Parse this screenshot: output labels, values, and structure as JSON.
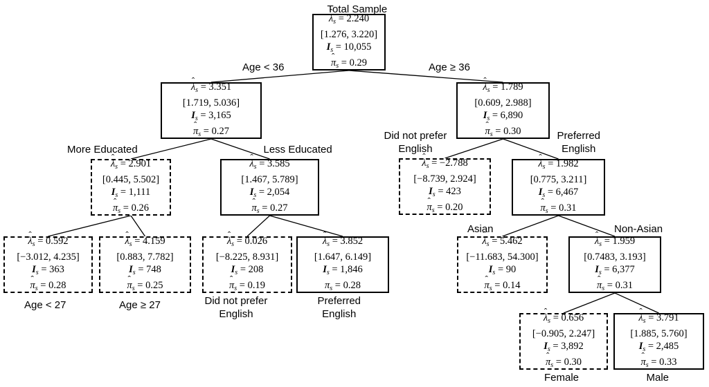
{
  "diagram": {
    "nodes": [
      {
        "id": "root",
        "style": "solid",
        "lambda": "2.240",
        "ci": "[1.276, 3.220]",
        "n": "10,055",
        "pi": "0.29",
        "pi_hat": true
      },
      {
        "id": "age_lt_36",
        "style": "solid",
        "lambda": "3.351",
        "ci": "[1.719, 5.036]",
        "n": "3,165",
        "pi": "0.27",
        "pi_hat": true
      },
      {
        "id": "age_ge_36",
        "style": "solid",
        "lambda": "1.789",
        "ci": "[0.609, 2.988]",
        "n": "6,890",
        "pi": "0.30",
        "pi_hat": true
      },
      {
        "id": "more_educated",
        "style": "dashed",
        "lambda": "2.901",
        "ci": "[0.445, 5.502]",
        "n": "1,111",
        "pi": "0.26",
        "pi_hat": true
      },
      {
        "id": "less_educated",
        "style": "solid",
        "lambda": "3.585",
        "ci": "[1.467, 5.789]",
        "n": "2,054",
        "pi": "0.27",
        "pi_hat": true
      },
      {
        "id": "no_english_36",
        "style": "dashed",
        "lambda": "−2.788",
        "ci": "[−8.739, 2.924]",
        "n": "423",
        "pi": "0.20",
        "pi_hat": true
      },
      {
        "id": "pref_english_36",
        "style": "solid",
        "lambda": "1.982",
        "ci": "[0.775, 3.211]",
        "n": "6,467",
        "pi": "0.31",
        "pi_hat": true
      },
      {
        "id": "age_lt_27",
        "style": "dashed",
        "lambda": "0.592",
        "ci": "[−3.012, 4.235]",
        "n": "363",
        "pi": "0.28",
        "pi_hat": true
      },
      {
        "id": "age_ge_27",
        "style": "dashed",
        "lambda": "4.159",
        "ci": "[0.883, 7.782]",
        "n": "748",
        "pi": "0.25",
        "pi_hat": true
      },
      {
        "id": "no_english_le",
        "style": "dashed",
        "lambda": "0.026",
        "ci": "[−8.225, 8.931]",
        "n": "208",
        "pi": "0.19",
        "pi_hat": true
      },
      {
        "id": "pref_english_le",
        "style": "solid",
        "lambda": "3.852",
        "ci": "[1.647, 6.149]",
        "n": "1,846",
        "pi": "0.28",
        "pi_hat": false
      },
      {
        "id": "asian",
        "style": "dashed",
        "lambda": "5.462",
        "ci": "[−11.683, 54.300]",
        "n": "90",
        "pi": "0.14",
        "pi_hat": true
      },
      {
        "id": "non_asian",
        "style": "solid",
        "lambda": "1.959",
        "ci": "[0.7483, 3.193]",
        "n": "6,377",
        "pi": "0.31",
        "pi_hat": true
      },
      {
        "id": "female",
        "style": "dashed",
        "lambda": "0.656",
        "ci": "[−0.905, 2.247]",
        "n": "3,892",
        "pi": "0.30",
        "pi_hat": true
      },
      {
        "id": "male",
        "style": "solid",
        "lambda": "3.791",
        "ci": "[1.885, 5.760]",
        "n": "2,485",
        "pi": "0.33",
        "pi_hat": true
      }
    ],
    "edges": [
      [
        "root",
        "age_lt_36"
      ],
      [
        "root",
        "age_ge_36"
      ],
      [
        "age_lt_36",
        "more_educated"
      ],
      [
        "age_lt_36",
        "less_educated"
      ],
      [
        "age_ge_36",
        "no_english_36"
      ],
      [
        "age_ge_36",
        "pref_english_36"
      ],
      [
        "more_educated",
        "age_lt_27"
      ],
      [
        "more_educated",
        "age_ge_27"
      ],
      [
        "less_educated",
        "no_english_le"
      ],
      [
        "less_educated",
        "pref_english_le"
      ],
      [
        "pref_english_36",
        "asian"
      ],
      [
        "pref_english_36",
        "non_asian"
      ],
      [
        "non_asian",
        "female"
      ],
      [
        "non_asian",
        "male"
      ]
    ],
    "labels": [
      {
        "id": "total_sample",
        "text": "Total Sample"
      },
      {
        "id": "age_lt_36",
        "text": "Age < 36"
      },
      {
        "id": "age_ge_36",
        "text": "Age ≥ 36"
      },
      {
        "id": "more_educated",
        "text": "More Educated"
      },
      {
        "id": "less_educated",
        "text": "Less Educated"
      },
      {
        "id": "did_not_prefer_english_right",
        "text": "Did not prefer\nEnglish"
      },
      {
        "id": "preferred_english_right",
        "text": "Preferred\nEnglish"
      },
      {
        "id": "age_lt_27",
        "text": "Age < 27"
      },
      {
        "id": "age_ge_27",
        "text": "Age ≥ 27"
      },
      {
        "id": "did_not_prefer_english_left",
        "text": "Did not prefer\nEnglish"
      },
      {
        "id": "preferred_english_left",
        "text": "Preferred\nEnglish"
      },
      {
        "id": "asian",
        "text": "Asian"
      },
      {
        "id": "non_asian",
        "text": "Non-Asian"
      },
      {
        "id": "female",
        "text": "Female"
      },
      {
        "id": "male",
        "text": "Male"
      }
    ]
  }
}
